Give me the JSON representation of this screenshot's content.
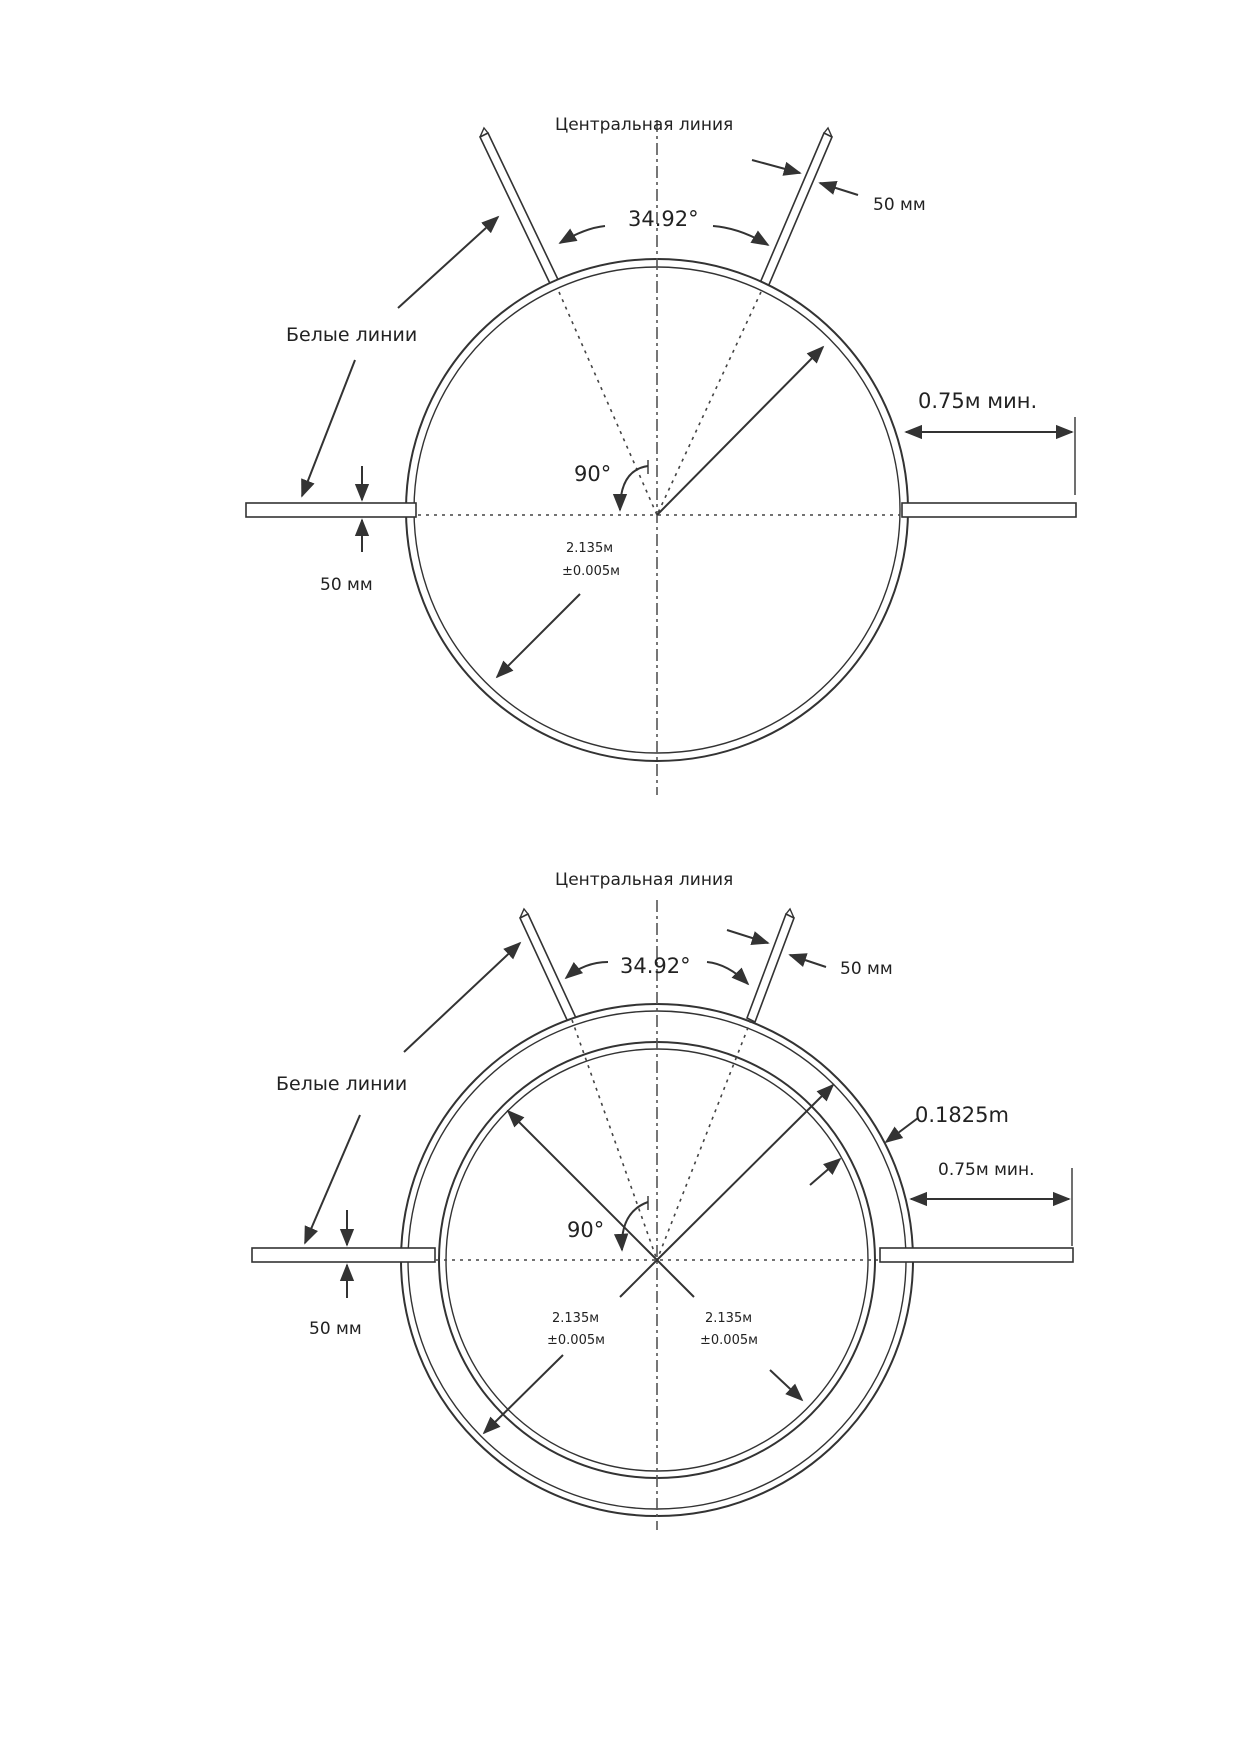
{
  "diagram_top": {
    "centerline_label": "Центральная линия",
    "angle_sector_label": "34.92°",
    "line_width_label_right": "50 мм",
    "white_lines_label": "Белые линии",
    "min_extension_label": "0.75м мин.",
    "right_angle_label": "90°",
    "radius_value": "2.135м",
    "radius_tolerance": "±0.005м",
    "line_width_label_left": "50 мм"
  },
  "diagram_bottom": {
    "centerline_label": "Центральная линия",
    "angle_sector_label": "34.92°",
    "line_width_label_right": "50 мм",
    "white_lines_label": "Белые линии",
    "ring_width_label": "0.1825m",
    "min_extension_label": "0.75м мин.",
    "right_angle_label": "90°",
    "radius_left_value": "2.135м",
    "radius_left_tolerance": "±0.005м",
    "radius_right_value": "2.135м",
    "radius_right_tolerance": "±0.005м",
    "line_width_label_left": "50 мм"
  }
}
